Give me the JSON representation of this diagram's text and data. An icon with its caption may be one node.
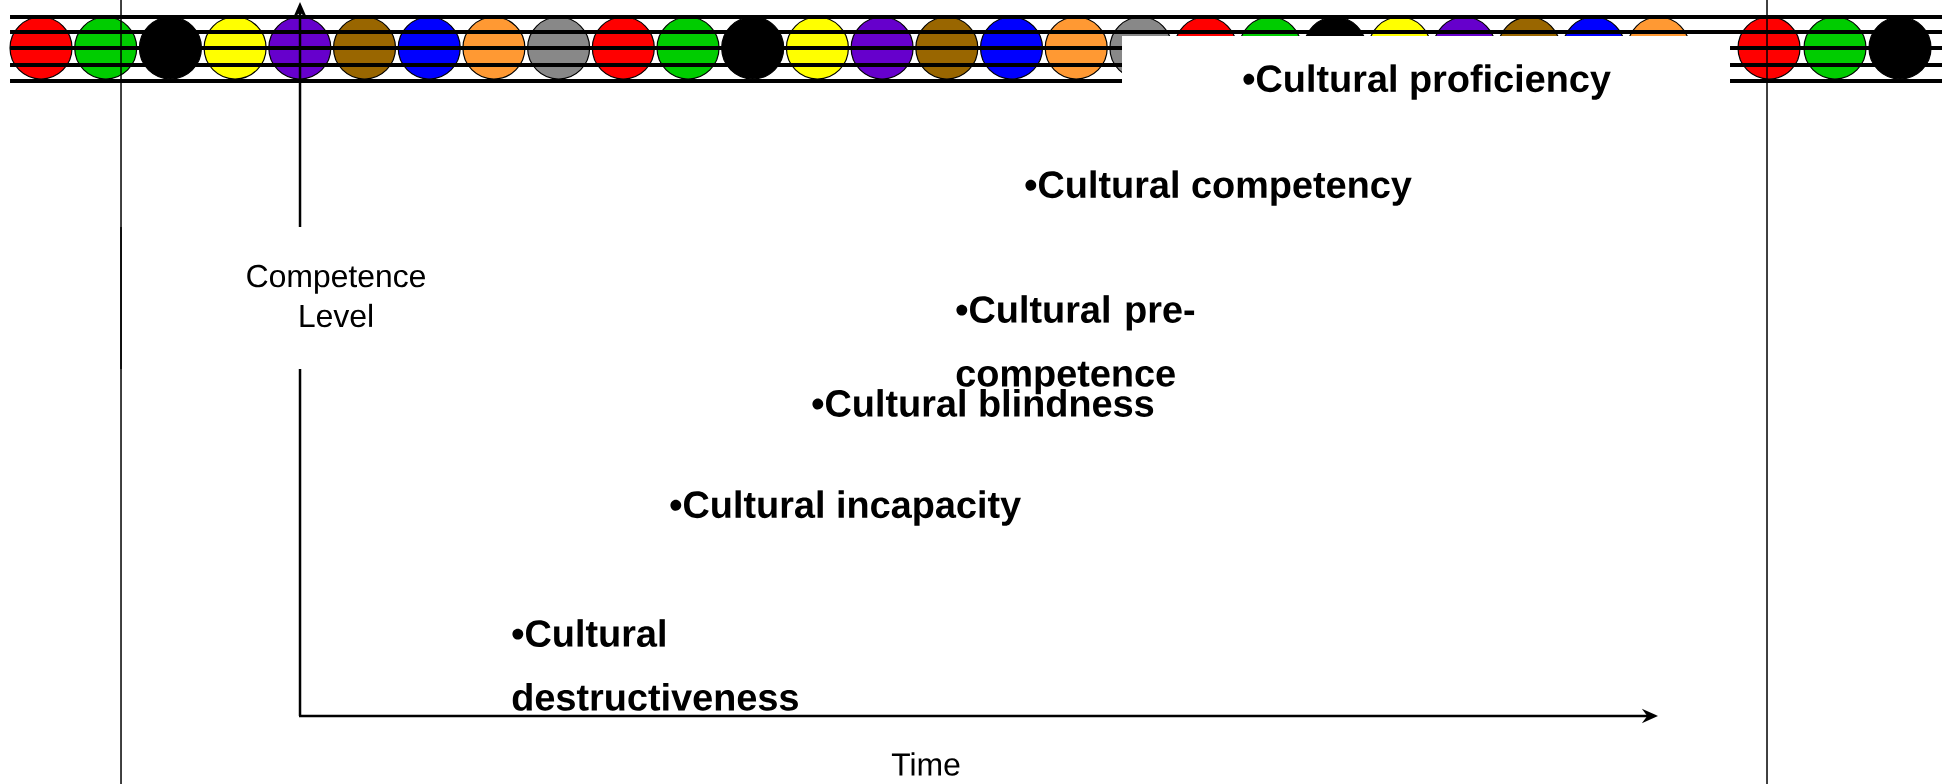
{
  "diagram": {
    "labels": [
      "•Cultural proficiency",
      "•Cultural competency",
      "Competence Level",
      "•Cultural pre-competence",
      "•Cultural blindness",
      "•Cultural incapacity",
      "•Cultural destructiveness",
      "Time"
    ]
  }
}
